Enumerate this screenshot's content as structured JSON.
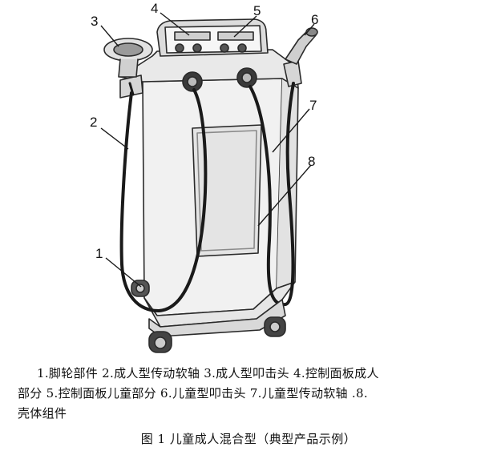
{
  "callouts": {
    "n1": "1",
    "n2": "2",
    "n3": "3",
    "n4": "4",
    "n5": "5",
    "n6": "6",
    "n7": "7",
    "n8": "8"
  },
  "legend": {
    "line1": "1.脚轮部件 2.成人型传动软轴 3.成人型叩击头 4.控制面板成人",
    "line2": "部分 5.控制面板儿童部分 6.儿童型叩击头 7.儿童型传动软轴 .8.",
    "line3": "壳体组件"
  },
  "caption": "图 1 儿童成人混合型（典型产品示例）"
}
